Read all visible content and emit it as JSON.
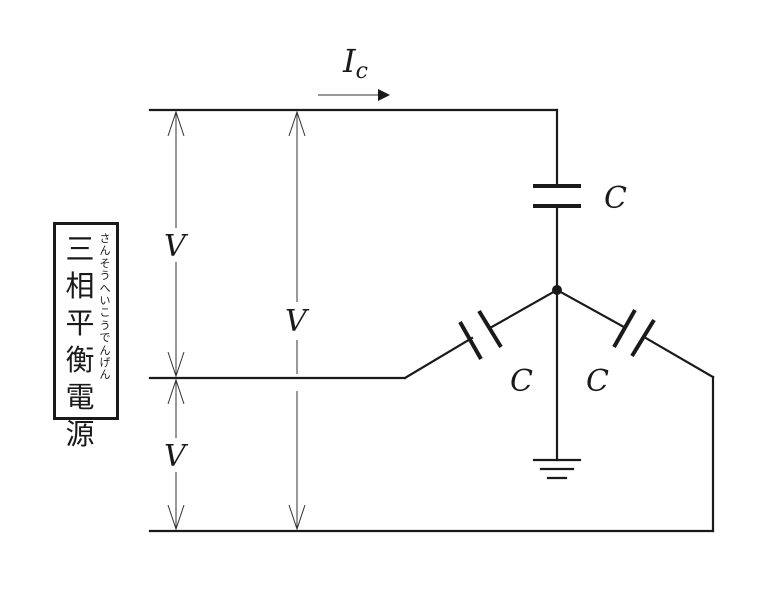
{
  "current_label": {
    "main": "I",
    "sub": "c"
  },
  "voltage_label": "V",
  "capacitor_label": "C",
  "source": {
    "kanji": [
      "三",
      "相",
      "平",
      "衡",
      "電",
      "源"
    ],
    "ruby": [
      "さ",
      "ん",
      "そ",
      "う",
      "へ",
      "い",
      "こ",
      "う",
      "で",
      "ん",
      "げ",
      "ん"
    ]
  },
  "colors": {
    "line": "#1a1a1a",
    "background": "#ffffff"
  }
}
